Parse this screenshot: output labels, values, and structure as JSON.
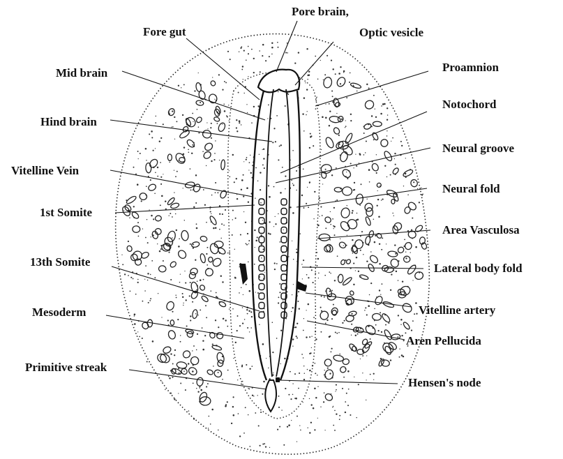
{
  "labels": {
    "pore_brain": "Pore brain,",
    "fore_gut": "Fore gut",
    "optic_vesicle": "Optic vesicle",
    "mid_brain": "Mid brain",
    "proamnion": "Proamnion",
    "notochord": "Notochord",
    "hind_brain": "Hind brain",
    "neural_groove": "Neural groove",
    "vitelline_vein": "Vitelline Vein",
    "neural_fold": "Neural fold",
    "first_somite": "1st Somite",
    "area_vasculosa": "Area Vasculosa",
    "thirteenth_somite": "13th Somite",
    "lateral_body_fold": "Lateral body fold",
    "vitelline_artery": "Vitelline artery",
    "mesoderm": "Mesoderm",
    "aren_pellucida": "Aren Pellucida",
    "primitive_streak": "Primitive streak",
    "hensens_node": "Hensen's node"
  },
  "colors": {
    "ink": "#111111",
    "background": "#ffffff"
  }
}
